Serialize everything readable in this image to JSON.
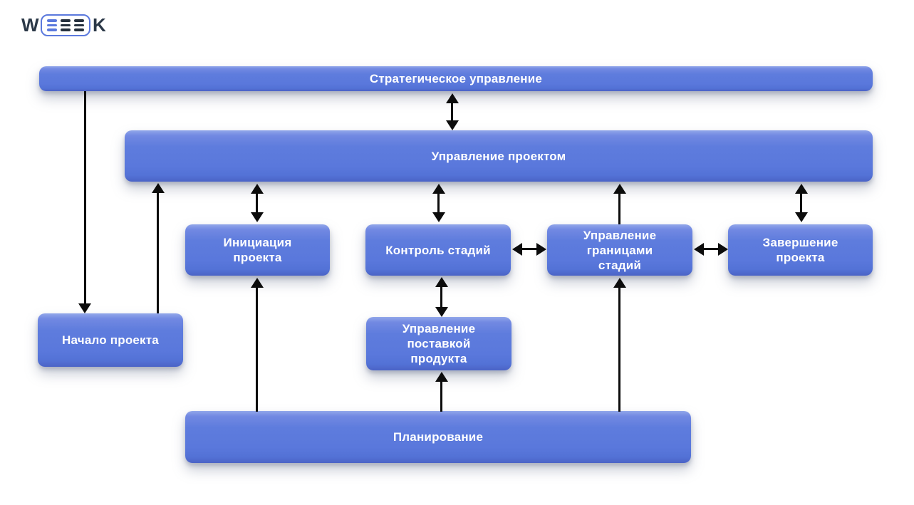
{
  "page": {
    "background": "#ffffff"
  },
  "logo": {
    "name": "WEEEK",
    "left_text": "W",
    "right_text": "K",
    "accent_color": "#5b79dd",
    "dark_color": "#2b3847"
  },
  "colors": {
    "node_blue": "#5a78dc",
    "node_blue_light": "#92a7ea",
    "node_blue_dark": "#4b63c6",
    "arrow_black": "#0c0c0c",
    "node_text": "#ffffff"
  },
  "nodes": {
    "strategic": {
      "label": "Стратегическое управление"
    },
    "project_management": {
      "label": "Управление проектом"
    },
    "initiation": {
      "label": "Инициация\nпроекта"
    },
    "stage_control": {
      "label": "Контроль стадий"
    },
    "stage_boundaries": {
      "label": "Управление\nграницами\nстадий"
    },
    "closing": {
      "label": "Завершение\nпроекта"
    },
    "project_start": {
      "label": "Начало проекта"
    },
    "product_delivery": {
      "label": "Управление\nпоставкой\nпродукта"
    },
    "planning": {
      "label": "Планирование"
    }
  },
  "edges": [
    {
      "from": "Стратегическое управление",
      "to": "Начало проекта",
      "type": "one-way"
    },
    {
      "from": "Стратегическое управление",
      "to": "Управление проектом",
      "type": "two-way"
    },
    {
      "from": "Начало проекта",
      "to": "Управление проектом",
      "type": "one-way"
    },
    {
      "from": "Управление проектом",
      "to": "Инициация проекта",
      "type": "two-way"
    },
    {
      "from": "Управление проектом",
      "to": "Контроль стадий",
      "type": "two-way"
    },
    {
      "from": "Управление границами стадий",
      "to": "Управление проектом",
      "type": "one-way"
    },
    {
      "from": "Управление проектом",
      "to": "Завершение проекта",
      "type": "two-way"
    },
    {
      "from": "Контроль стадий",
      "to": "Управление границами стадий",
      "type": "two-way"
    },
    {
      "from": "Управление границами стадий",
      "to": "Завершение проекта",
      "type": "two-way"
    },
    {
      "from": "Контроль стадий",
      "to": "Управление поставкой продукта",
      "type": "two-way"
    },
    {
      "from": "Планирование",
      "to": "Инициация проекта",
      "type": "one-way"
    },
    {
      "from": "Планирование",
      "to": "Управление поставкой продукта",
      "type": "one-way"
    },
    {
      "from": "Планирование",
      "to": "Управление границами стадий",
      "type": "one-way"
    }
  ]
}
